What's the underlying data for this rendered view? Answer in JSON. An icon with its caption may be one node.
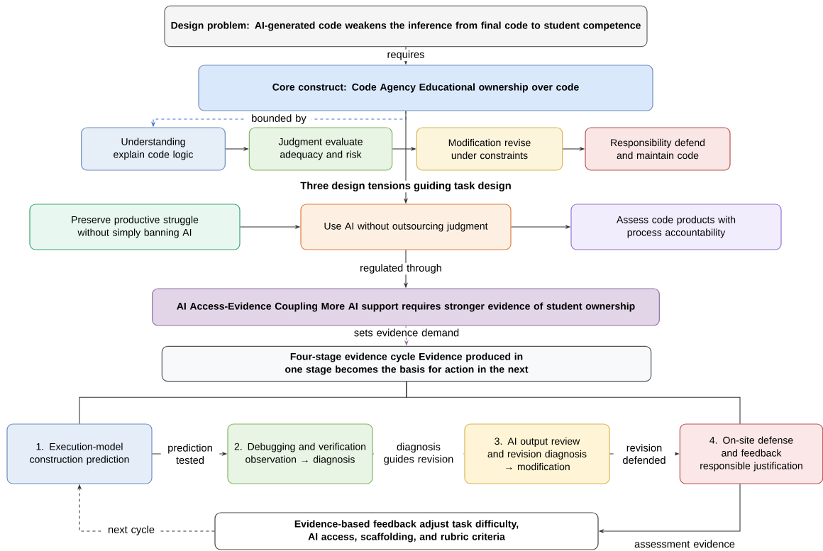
{
  "diagram": {
    "nodes": [
      {
        "text": [
          "Design problem: AI-generated code weakens the inference from final code to student competence"
        ]
      },
      {
        "text": [
          "Core construct: Code Agency Educational ownership over code"
        ]
      },
      {
        "text": [
          "Understanding explain code logic"
        ]
      },
      {
        "text": [
          "Judgment evaluate adequacy and risk"
        ]
      },
      {
        "text": [
          "Modification revise under constraints"
        ]
      },
      {
        "text": [
          "Responsibility defend and maintain code"
        ]
      },
      {
        "text": [
          "Preserve productive struggle without simply banning AI"
        ]
      },
      {
        "text": [
          "Use AI without outsourcing judgment"
        ]
      },
      {
        "text": [
          "Assess code products with process accountability"
        ]
      },
      {
        "text": [
          "AI Access-Evidence Coupling More AI support requires stronger evidence of student ownership"
        ]
      },
      {
        "text": [
          "Four-stage evidence cycle Evidence produced in one stage becomes the basis for action in the next"
        ]
      },
      {
        "text": [
          "1. Execution-model construction prediction"
        ]
      },
      {
        "text": [
          "2. Debugging and verification observation → diagnosis"
        ]
      },
      {
        "text": [
          "3. AI output review and revision diagnosis → modification"
        ]
      },
      {
        "text": [
          "4. On-site defense and feedback responsible justification"
        ]
      },
      {
        "text": [
          "Evidence-based feedback adjust task difficulty, AI access, scaffolding, and rubric criteria"
        ]
      }
    ],
    "edges": [
      {
        "from": 0,
        "to": 1,
        "arrow": "to",
        "label": "requires"
      },
      {
        "from": 1,
        "to": 2,
        "arrow": "to",
        "label": "bounded by",
        "style": "dashed",
        "color": "#3f6fd8"
      },
      {
        "from": 2,
        "to": 3,
        "arrow": "to"
      },
      {
        "from": 3,
        "to": 4,
        "arrow": "to"
      },
      {
        "from": 4,
        "to": 5,
        "arrow": "to"
      },
      {
        "from": 1,
        "to": 7,
        "arrow": "to"
      },
      {
        "from": 6,
        "to": 7,
        "arrow": "to"
      },
      {
        "from": 7,
        "to": 8,
        "arrow": "to"
      },
      {
        "from": 7,
        "to": 9,
        "arrow": "to",
        "label": "regulated through"
      },
      {
        "from": 9,
        "to": 10,
        "arrow": "to",
        "label": "sets evidence demand",
        "style": "dashed",
        "color": "#9673a6"
      },
      {
        "from": 10,
        "to": 11,
        "arrow": "none"
      },
      {
        "from": 10,
        "to": 14,
        "arrow": "none"
      },
      {
        "from": 11,
        "to": 12,
        "arrow": "to",
        "label": "prediction tested"
      },
      {
        "from": 12,
        "to": 13,
        "arrow": "to",
        "label": "diagnosis guides revision"
      },
      {
        "from": 13,
        "to": 14,
        "arrow": "to",
        "label": "revision defended"
      },
      {
        "from": 14,
        "to": 15,
        "arrow": "to",
        "label": "assessment evidence"
      },
      {
        "from": 15,
        "to": 11,
        "arrow": "to",
        "label": "next cycle",
        "style": "dashed"
      }
    ],
    "labels": [
      "Three design tensions guiding task design"
    ]
  }
}
